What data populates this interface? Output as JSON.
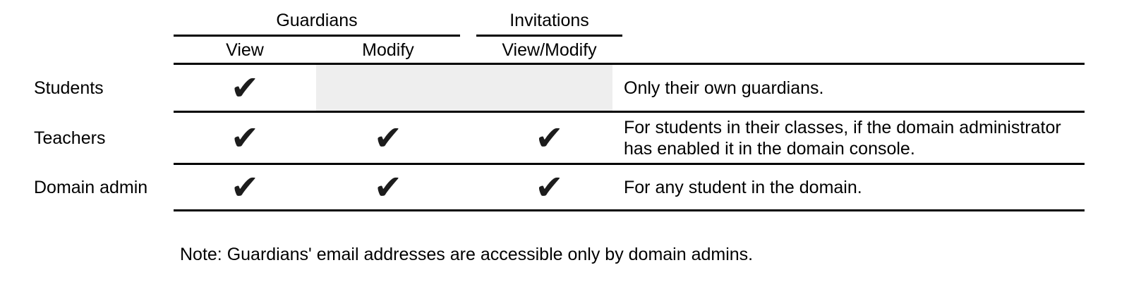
{
  "table": {
    "column_groups": [
      {
        "label": "Guardians"
      },
      {
        "label": "Invitations"
      }
    ],
    "columns": [
      {
        "label": "View",
        "group": "Guardians"
      },
      {
        "label": "Modify",
        "group": "Guardians"
      },
      {
        "label": "View/Modify",
        "group": "Invitations"
      }
    ],
    "check_symbol": "✔",
    "rows": [
      {
        "label": "Students",
        "permissions": {
          "view": true,
          "modify": false,
          "view_modify": false
        },
        "not_applicable_region": true,
        "note": "Only their own guardians."
      },
      {
        "label": "Teachers",
        "permissions": {
          "view": true,
          "modify": true,
          "view_modify": true
        },
        "not_applicable_region": false,
        "note": "For students in their classes, if the domain administrator has enabled it in the domain console."
      },
      {
        "label": "Domain admin",
        "permissions": {
          "view": true,
          "modify": true,
          "view_modify": true
        },
        "not_applicable_region": false,
        "note": "For any student in the domain."
      }
    ]
  },
  "footnote": "Note: Guardians' email addresses are accessible only by domain admins.",
  "colors": {
    "background": "#ffffff",
    "text": "#000000",
    "line": "#000000",
    "checkmark": "#1c1c1c",
    "disabled_cell": "#eeeeee"
  }
}
